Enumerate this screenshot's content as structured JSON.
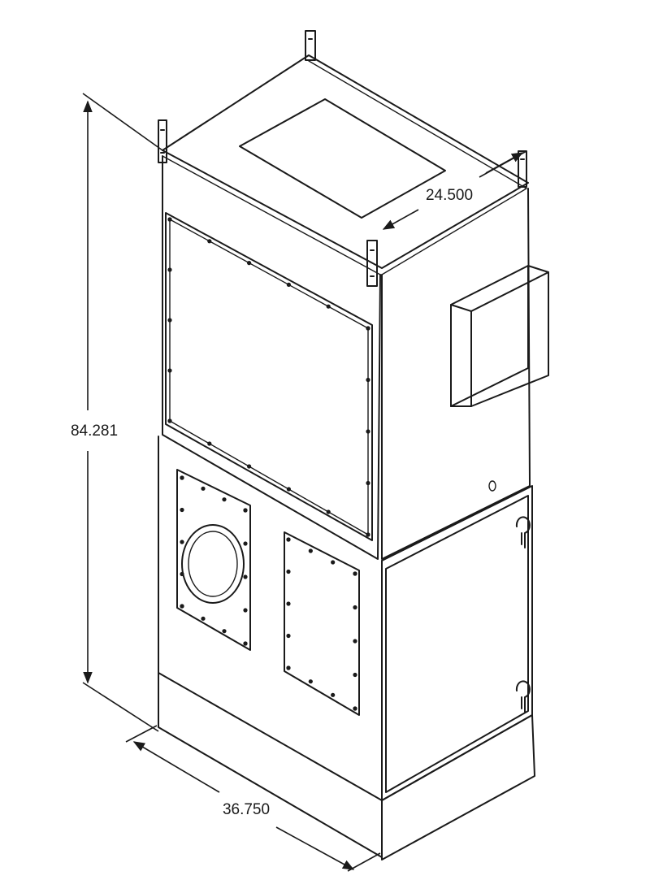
{
  "dimensions": {
    "height": "84.281",
    "depth": "24.500",
    "width": "36.750"
  },
  "colors": {
    "background": "#ffffff",
    "line": "#1a1a1a"
  }
}
